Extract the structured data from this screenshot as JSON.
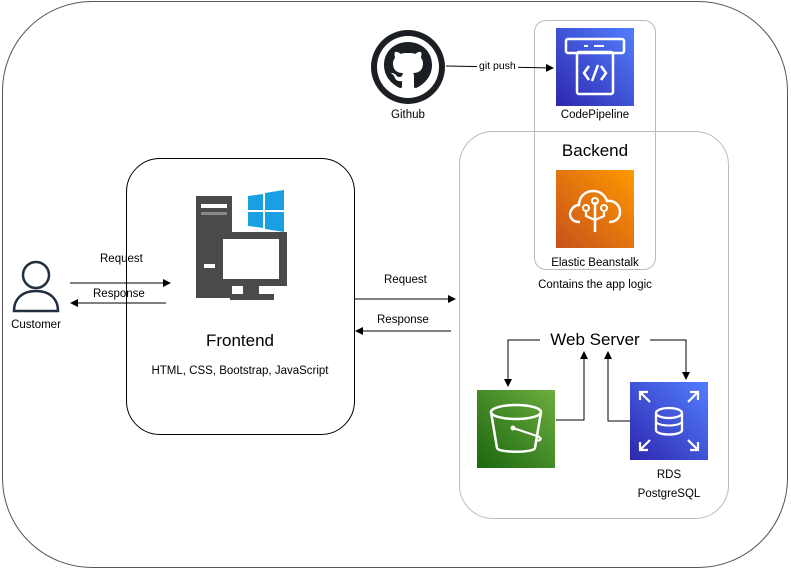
{
  "nodes": {
    "github": {
      "label": "Github",
      "icon": "github-icon"
    },
    "codepipeline": {
      "label": "CodePipeline",
      "icon": "codepipeline-icon",
      "color": "#3b48cc"
    },
    "backend": {
      "title": "Backend"
    },
    "beanstalk": {
      "label": "Elastic Beanstalk",
      "note": "Contains the app logic",
      "icon": "elastic-beanstalk-icon",
      "color": "#e8700f"
    },
    "customer": {
      "label": "Customer",
      "icon": "person-icon"
    },
    "frontend": {
      "title": "Frontend",
      "stack": "HTML, CSS, Bootstrap, JavaScript",
      "icon": "windows-desktop-icon"
    },
    "webserver": {
      "label": "Web Server"
    },
    "s3": {
      "icon": "s3-bucket-icon",
      "color": "#3f8624"
    },
    "rds": {
      "label": "RDS",
      "sublabel": "PostgreSQL",
      "icon": "rds-database-icon",
      "color": "#3b48cc"
    }
  },
  "edges": {
    "git_push": "git push",
    "customer_request": "Request",
    "customer_response": "Response",
    "backend_request": "Request",
    "backend_response": "Response"
  }
}
